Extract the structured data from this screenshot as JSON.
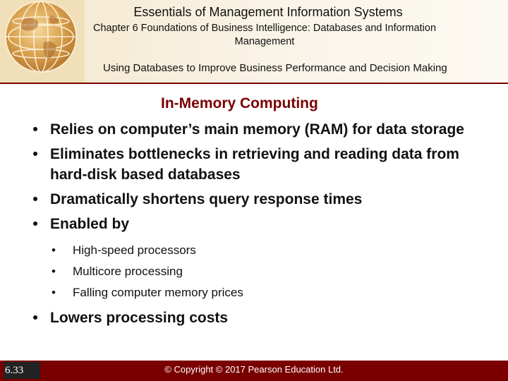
{
  "header": {
    "title": "Essentials of Management Information Systems",
    "subtitle": "Chapter 6 Foundations of Business Intelligence: Databases and Information Management",
    "section": "Using Databases to Improve Business Performance and Decision Making"
  },
  "slide": {
    "heading": "In-Memory Computing",
    "bullets": [
      "Relies on computer’s main memory (RAM) for data storage",
      "Eliminates bottlenecks in retrieving and reading data from hard-disk based databases",
      "Dramatically shortens query response times",
      "Enabled by",
      "Lowers processing costs"
    ],
    "sub_bullets": [
      "High-speed processors",
      "Multicore processing",
      "Falling computer memory prices"
    ],
    "bullet_char": "•"
  },
  "footer": {
    "slide_number": "6.33",
    "copyright": "© Copyright © 2017 Pearson Education Ltd."
  },
  "icons": {
    "logo": "globe-icon"
  },
  "colors": {
    "accent": "#7a0000",
    "header_bg": "#f3e6c8"
  }
}
